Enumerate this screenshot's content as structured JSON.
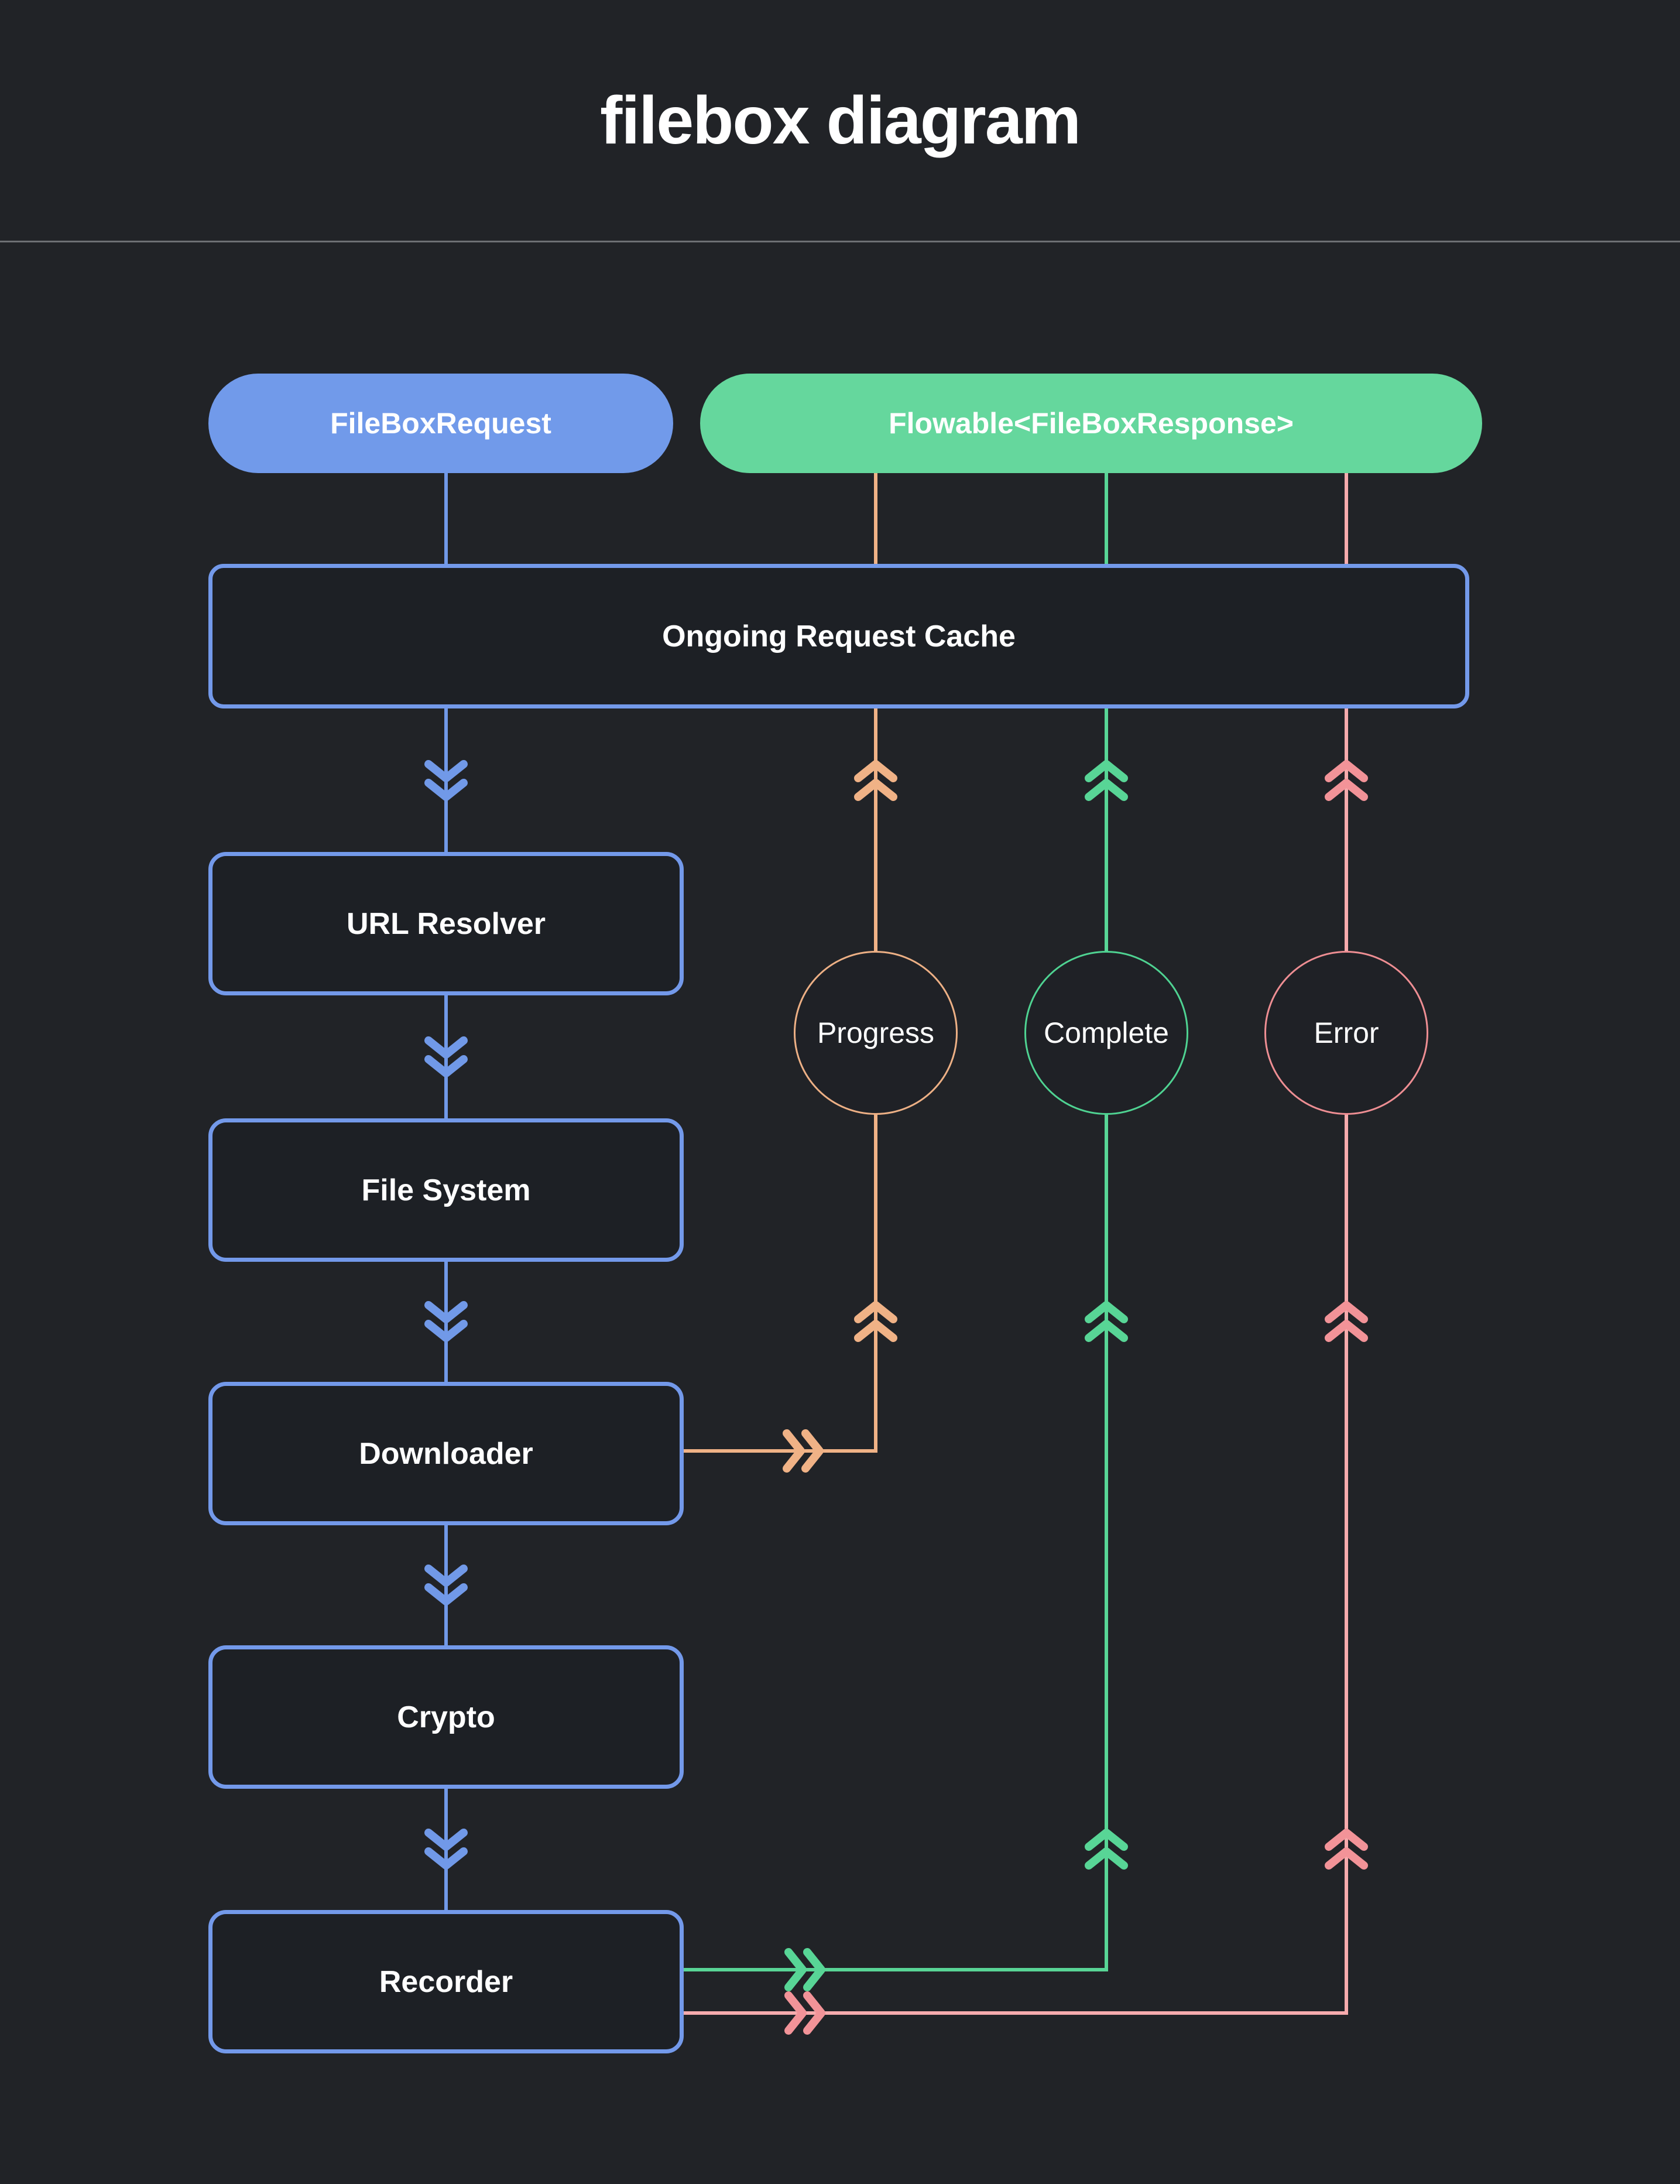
{
  "title": "filebox diagram",
  "pills": [
    {
      "label": "FileBoxRequest"
    },
    {
      "label": "Flowable<FileBoxResponse>"
    }
  ],
  "cache": {
    "label": "Ongoing Request Cache"
  },
  "modules": [
    {
      "label": "URL Resolver"
    },
    {
      "label": "File System"
    },
    {
      "label": "Downloader"
    },
    {
      "label": "Crypto"
    },
    {
      "label": "Recorder"
    }
  ],
  "events": [
    {
      "label": "Progress"
    },
    {
      "label": "Complete"
    },
    {
      "label": "Error"
    }
  ],
  "colors": {
    "background": "#212327",
    "node_fill": "#1d2025",
    "request_blue": "#719aea",
    "response_green": "#65d79d",
    "progress_orange": "#f0b286",
    "complete_green": "#58d596",
    "error_pink": "#f29398",
    "divider_gray": "#6e7074",
    "text_white": "#ffffff"
  }
}
